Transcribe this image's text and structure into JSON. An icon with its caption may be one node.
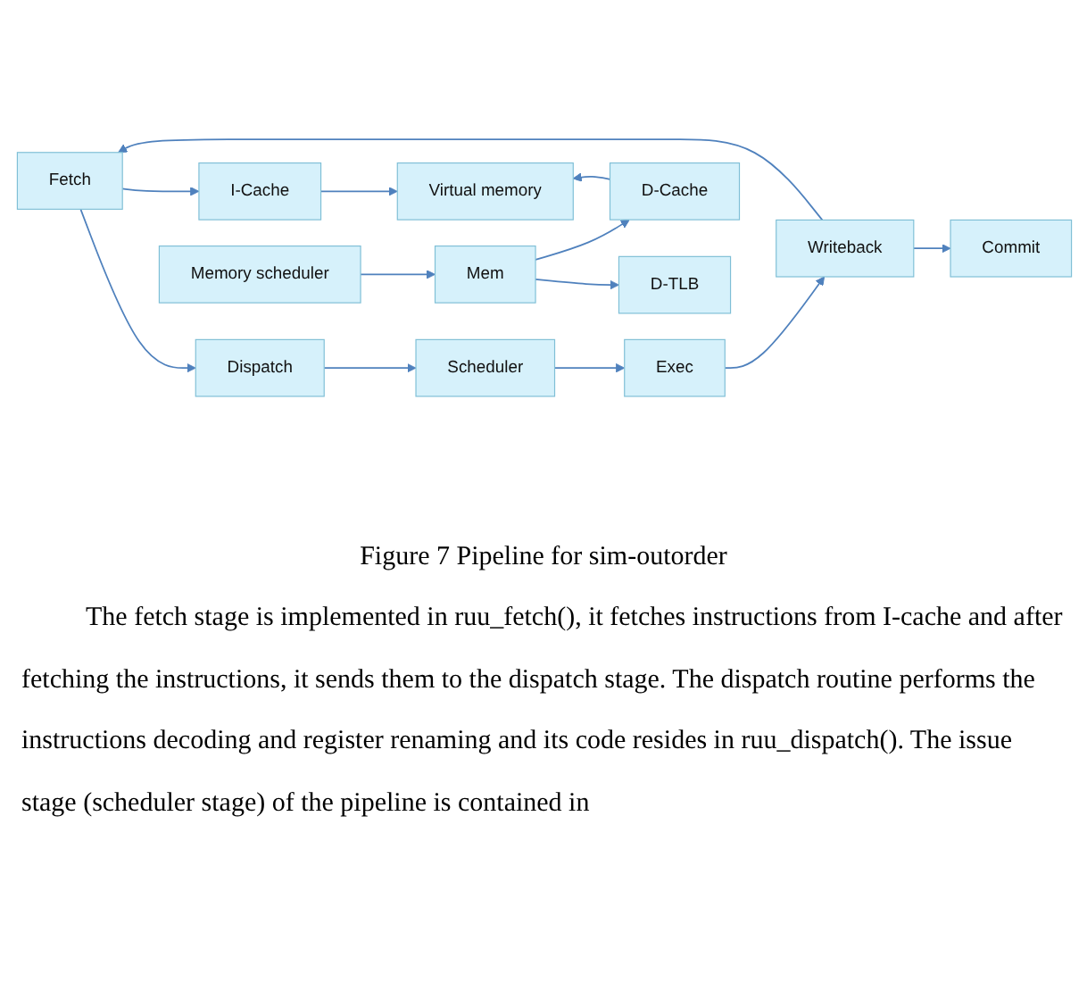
{
  "diagram": {
    "caption": "Figure 7 Pipeline for sim-outorder",
    "nodes": [
      {
        "text": [
          "Fetch"
        ]
      },
      {
        "text": [
          "Dispatch"
        ]
      },
      {
        "text": [
          "Scheduler"
        ]
      },
      {
        "text": [
          "Exec"
        ]
      },
      {
        "text": [
          "Writeback"
        ]
      },
      {
        "text": [
          "Commit"
        ]
      },
      {
        "text": [
          "Memory scheduler"
        ]
      },
      {
        "text": [
          "Mem"
        ]
      },
      {
        "text": [
          "I-Cache"
        ]
      },
      {
        "text": [
          "D-Cache"
        ]
      },
      {
        "text": [
          "D-TLB"
        ]
      },
      {
        "text": [
          "Virtual memory"
        ]
      }
    ],
    "edges": [
      {
        "from": 0,
        "to": 1,
        "arrow": "to"
      },
      {
        "from": 1,
        "to": 2,
        "arrow": "to"
      },
      {
        "from": 2,
        "to": 3,
        "arrow": "to"
      },
      {
        "from": 3,
        "to": 4,
        "arrow": "to"
      },
      {
        "from": 4,
        "to": 5,
        "arrow": "to"
      },
      {
        "from": 4,
        "to": 0,
        "arrow": "to"
      },
      {
        "from": 6,
        "to": 7,
        "arrow": "to"
      },
      {
        "from": 0,
        "to": 8,
        "arrow": "to"
      },
      {
        "from": 7,
        "to": 9,
        "arrow": "to"
      },
      {
        "from": 7,
        "to": 10,
        "arrow": "to"
      },
      {
        "from": 8,
        "to": 11,
        "arrow": "to"
      },
      {
        "from": 9,
        "to": 11,
        "arrow": "to"
      }
    ],
    "labels": [
      "The fetch stage is implemented in ruu_fetch(), it fetches instructions from I-cache and after fetching the instructions, it sends them to the dispatch stage. The dispatch routine performs the instructions decoding and register renaming and its code resides in ruu_dispatch(). The issue stage (scheduler stage) of the pipeline is contained in"
    ]
  }
}
